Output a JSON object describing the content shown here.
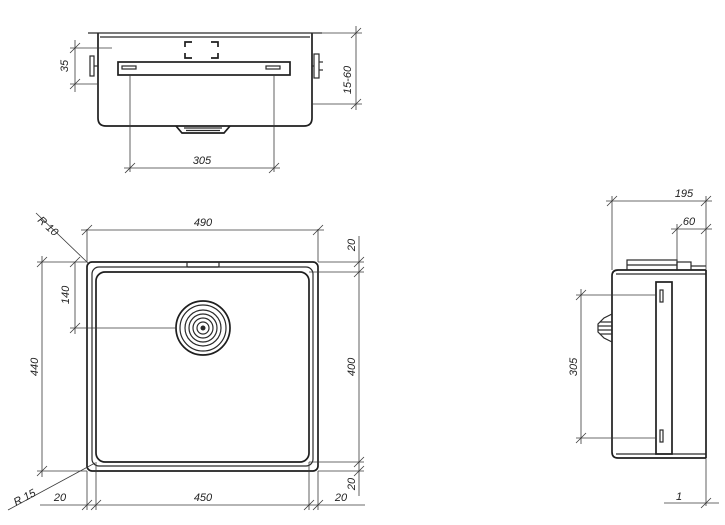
{
  "drawing": {
    "top_view": {
      "dims": {
        "height": "35",
        "clearance": "15-60",
        "span": "305"
      }
    },
    "plan_view": {
      "dims": {
        "outer_width": "490",
        "inner_width": "450",
        "outer_height": "440",
        "inner_height": "400",
        "drain_offset": "140",
        "rim_top": "20",
        "rim_bottom": "20",
        "rim_left": "20",
        "rim_right": "20",
        "radius_outer": "R 10",
        "radius_inner": "R 15"
      }
    },
    "side_view": {
      "dims": {
        "depth": "195",
        "rail": "60",
        "height": "305",
        "gap": "1"
      }
    }
  }
}
